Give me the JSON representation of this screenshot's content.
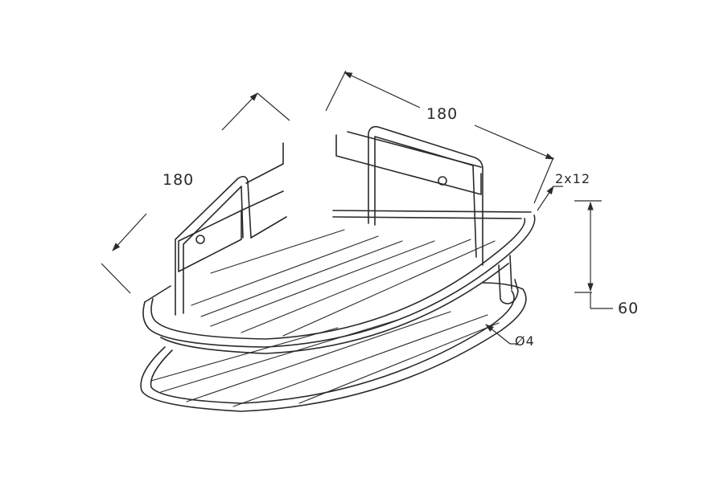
{
  "dimensions": {
    "left_width": "180",
    "right_width": "180",
    "height": "60",
    "screws": "2x12",
    "wire_diameter": "Ø4"
  }
}
